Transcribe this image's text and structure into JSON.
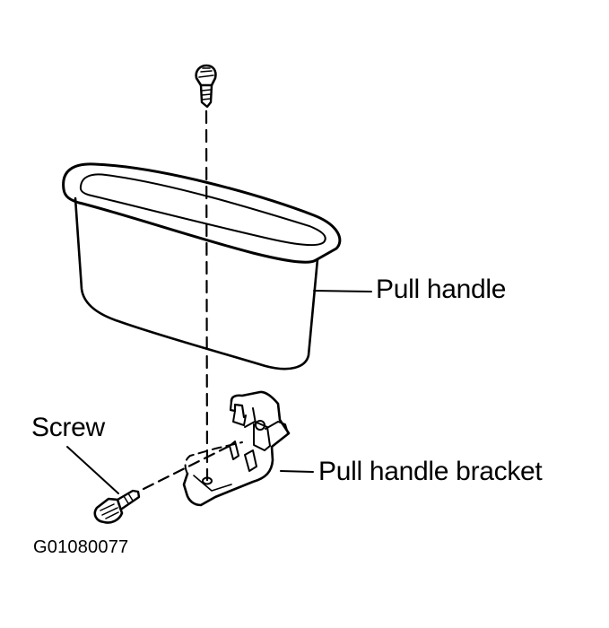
{
  "labels": {
    "pull_handle": "Pull handle",
    "pull_handle_bracket": "Pull handle bracket",
    "screw": "Screw"
  },
  "figure_id": "G01080077",
  "colors": {
    "line": "#000000",
    "background": "#ffffff"
  }
}
